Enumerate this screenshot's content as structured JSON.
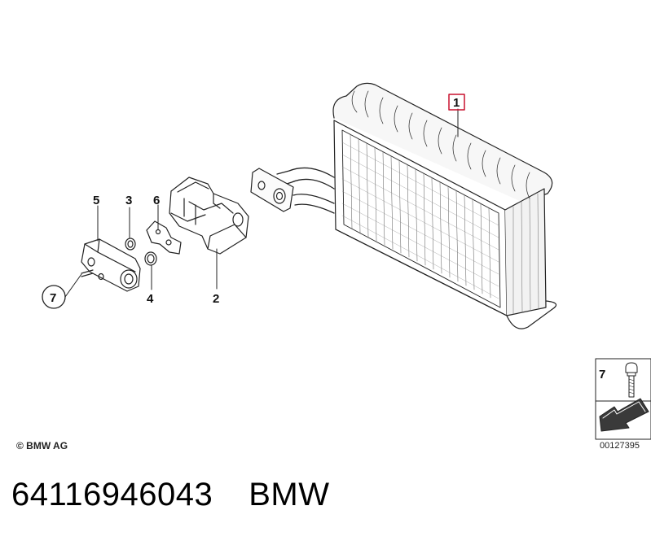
{
  "diagram": {
    "callouts": [
      {
        "id": "1",
        "highlighted": true
      },
      {
        "id": "2"
      },
      {
        "id": "3"
      },
      {
        "id": "4"
      },
      {
        "id": "5"
      },
      {
        "id": "6"
      },
      {
        "id": "7",
        "circled": true
      }
    ],
    "legend": {
      "number": "7"
    },
    "copyright": "© BMW AG",
    "reference": "00127395"
  },
  "caption": {
    "part_number": "64116946043",
    "brand": "BMW"
  },
  "colors": {
    "line": "#222222",
    "highlight_box": "#c8102e",
    "fin_shade": "#cfcfcf"
  }
}
